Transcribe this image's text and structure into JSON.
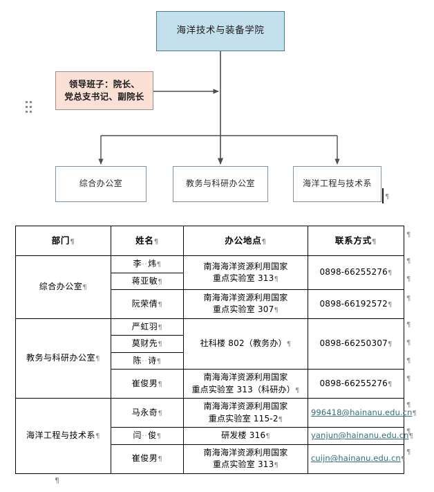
{
  "flowchart": {
    "root": {
      "label": "海洋技术与装备学院",
      "fill": "#c5e0ed",
      "border": "#4a7a94"
    },
    "leadership": {
      "label": "领导班子：院长、\n党总支书记、副院长",
      "line1": "领导班子：院长、",
      "line2": "党总支书记、副院长",
      "fill": "#fbe0d5",
      "border": "#9c8f88"
    },
    "departments": [
      {
        "label": "综合办公室"
      },
      {
        "label": "教务与科研办公室"
      },
      {
        "label": "海洋工程与技术系"
      }
    ],
    "connector_color": "#4d4d4d"
  },
  "table": {
    "headers": [
      "部门",
      "姓名",
      "办公地点",
      "联系方式"
    ],
    "groups": [
      {
        "department": "综合办公室",
        "rows": [
          {
            "name": "李··炜",
            "name_parts": {
              "first": "李",
              "dots": "··",
              "last": "炜"
            },
            "place": "南海海洋资源利用国家\n重点实验室 313",
            "place_line1": "南海海洋资源利用国家",
            "place_line2": "重点实验室 313",
            "contact": "0898-66255276",
            "contact_is_email": false,
            "place_rowspan": 2,
            "contact_rowspan": 2
          },
          {
            "name": "蒋亚敏",
            "place": "",
            "contact": ""
          },
          {
            "name": "阮荣倩",
            "place": "南海海洋资源利用国家\n重点实验室 307",
            "place_line1": "南海海洋资源利用国家",
            "place_line2": "重点实验室 307",
            "contact": "0898-66192572",
            "contact_is_email": false
          }
        ]
      },
      {
        "department": "教务与科研办公室",
        "rows": [
          {
            "name": "严虹羽",
            "place": "社科楼 802（教务办）",
            "place_line1": "社科楼 802（教务办）",
            "place_line2": "",
            "contact": "0898-66250307",
            "contact_is_email": false,
            "place_rowspan": 3,
            "contact_rowspan": 3
          },
          {
            "name": "莫财先",
            "place": "",
            "contact": ""
          },
          {
            "name": "陈··诗",
            "name_parts": {
              "first": "陈",
              "dots": "··",
              "last": "诗"
            },
            "place": "",
            "contact": ""
          },
          {
            "name": "崔俊男",
            "place": "南海海洋资源利用国家\n重点实验室 313（科研办）",
            "place_line1": "南海海洋资源利用国家",
            "place_line2": "重点实验室 313（科研办）",
            "contact": "0898-66255276",
            "contact_is_email": false
          }
        ]
      },
      {
        "department": "海洋工程与技术系",
        "rows": [
          {
            "name": "马永奇",
            "place": "南海海洋资源利用国家\n重点实验室 115-2",
            "place_line1": "南海海洋资源利用国家",
            "place_line2": "重点实验室 115-2",
            "contact": "996418@hainanu.edu.cn",
            "contact_is_email": true
          },
          {
            "name": "闫··俊",
            "name_parts": {
              "first": "闫",
              "dots": "··",
              "last": "俊"
            },
            "place": "研发楼 316",
            "place_line1": "研发楼 316",
            "place_line2": "",
            "contact": "yanjun@hainanu.edu.cn",
            "contact_is_email": true
          },
          {
            "name": "崔俊男",
            "place": "南海海洋资源利用国家\n重点实验室 313",
            "place_line1": "南海海洋资源利用国家",
            "place_line2": "重点实验室 313",
            "contact": "cuijn@hainanu.edu.cn",
            "contact_is_email": true
          }
        ]
      }
    ]
  },
  "marks": {
    "pilcrow": "¶",
    "space_dot": "··",
    "email_color": "#2e6e7e",
    "mark_color": "#8d8d8d"
  }
}
